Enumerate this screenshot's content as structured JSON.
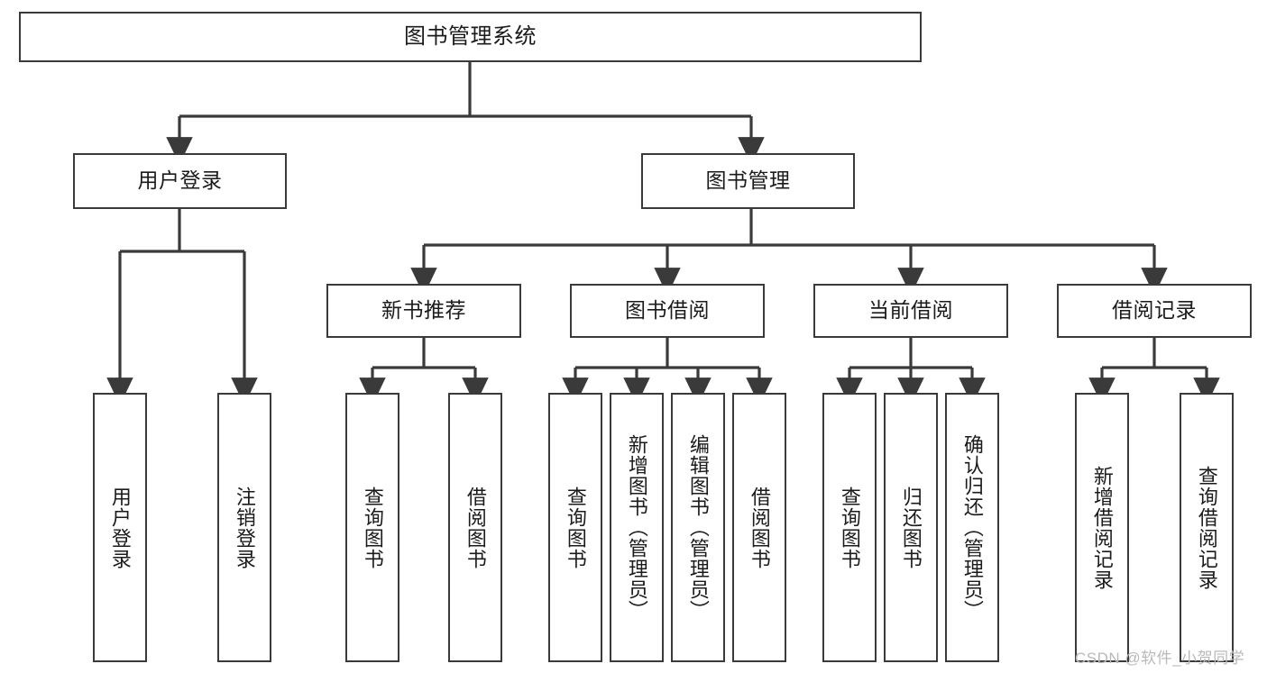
{
  "diagram": {
    "type": "tree-hierarchy",
    "title": "图书管理系统",
    "watermark": "CSDN @软件_小贺同学",
    "colors": {
      "box_border": "#3a3a3a",
      "box_fill": "#ffffff",
      "connector": "#3a3a3a",
      "text": "#1b1b1b",
      "watermark": "#b9b9b9",
      "background": "#ffffff"
    },
    "root": {
      "label": "图书管理系统"
    },
    "level2": [
      {
        "id": "user-login",
        "label": "用户登录"
      },
      {
        "id": "book-manage",
        "label": "图书管理"
      }
    ],
    "level3": [
      {
        "id": "new-book-recommend",
        "label": "新书推荐",
        "parent": "book-manage"
      },
      {
        "id": "book-borrow",
        "label": "图书借阅",
        "parent": "book-manage"
      },
      {
        "id": "current-borrow",
        "label": "当前借阅",
        "parent": "book-manage"
      },
      {
        "id": "borrow-record",
        "label": "借阅记录",
        "parent": "book-manage"
      }
    ],
    "leaves": [
      {
        "id": "leaf-user-login",
        "label": "用户登录",
        "parent": "user-login"
      },
      {
        "id": "leaf-logout-login",
        "label": "注销登录",
        "parent": "user-login"
      },
      {
        "id": "leaf-query-book-1",
        "label": "查询图书",
        "parent": "new-book-recommend"
      },
      {
        "id": "leaf-borrow-book-1",
        "label": "借阅图书",
        "parent": "new-book-recommend"
      },
      {
        "id": "leaf-query-book-2",
        "label": "查询图书",
        "parent": "book-borrow"
      },
      {
        "id": "leaf-add-book",
        "label": "新增图书（管理员）",
        "parent": "book-borrow"
      },
      {
        "id": "leaf-edit-book",
        "label": "编辑图书（管理员）",
        "parent": "book-borrow"
      },
      {
        "id": "leaf-borrow-book-2",
        "label": "借阅图书",
        "parent": "book-borrow"
      },
      {
        "id": "leaf-query-book-3",
        "label": "查询图书",
        "parent": "current-borrow"
      },
      {
        "id": "leaf-return-book",
        "label": "归还图书",
        "parent": "current-borrow"
      },
      {
        "id": "leaf-confirm-return",
        "label": "确认归还（管理员）",
        "parent": "current-borrow"
      },
      {
        "id": "leaf-add-record",
        "label": "新增借阅记录",
        "parent": "borrow-record"
      },
      {
        "id": "leaf-query-record",
        "label": "查询借阅记录",
        "parent": "borrow-record"
      }
    ]
  }
}
